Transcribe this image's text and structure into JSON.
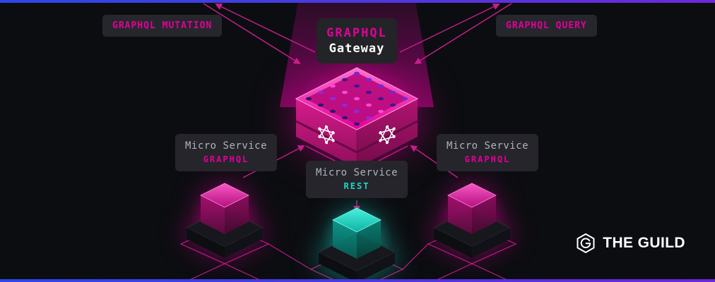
{
  "colors": {
    "bg": "#0c0d11",
    "accent_magenta": "#e10098",
    "line_pink": "#cf2191",
    "teal": "#1fd6c4",
    "label_bg": "#26272d",
    "label_text": "#aeb4bc",
    "edge_blue": "#2b49e8",
    "edge_violet": "#6d28d9"
  },
  "labels": {
    "mutation": "GRAPHQL MUTATION",
    "query": "GRAPHQL QUERY"
  },
  "gateway": {
    "line1": "GRAPHQL",
    "line2": "Gateway"
  },
  "services": [
    {
      "title": "Micro Service",
      "subtitle": "GRAPHQL"
    },
    {
      "title": "Micro Service",
      "subtitle": "REST"
    },
    {
      "title": "Micro Service",
      "subtitle": "GRAPHQL"
    }
  ],
  "brand": {
    "text": "THE GUILD"
  },
  "icons": {
    "gateway_faces": "graphql-logo",
    "brand": "guild-hexagon-logo"
  }
}
